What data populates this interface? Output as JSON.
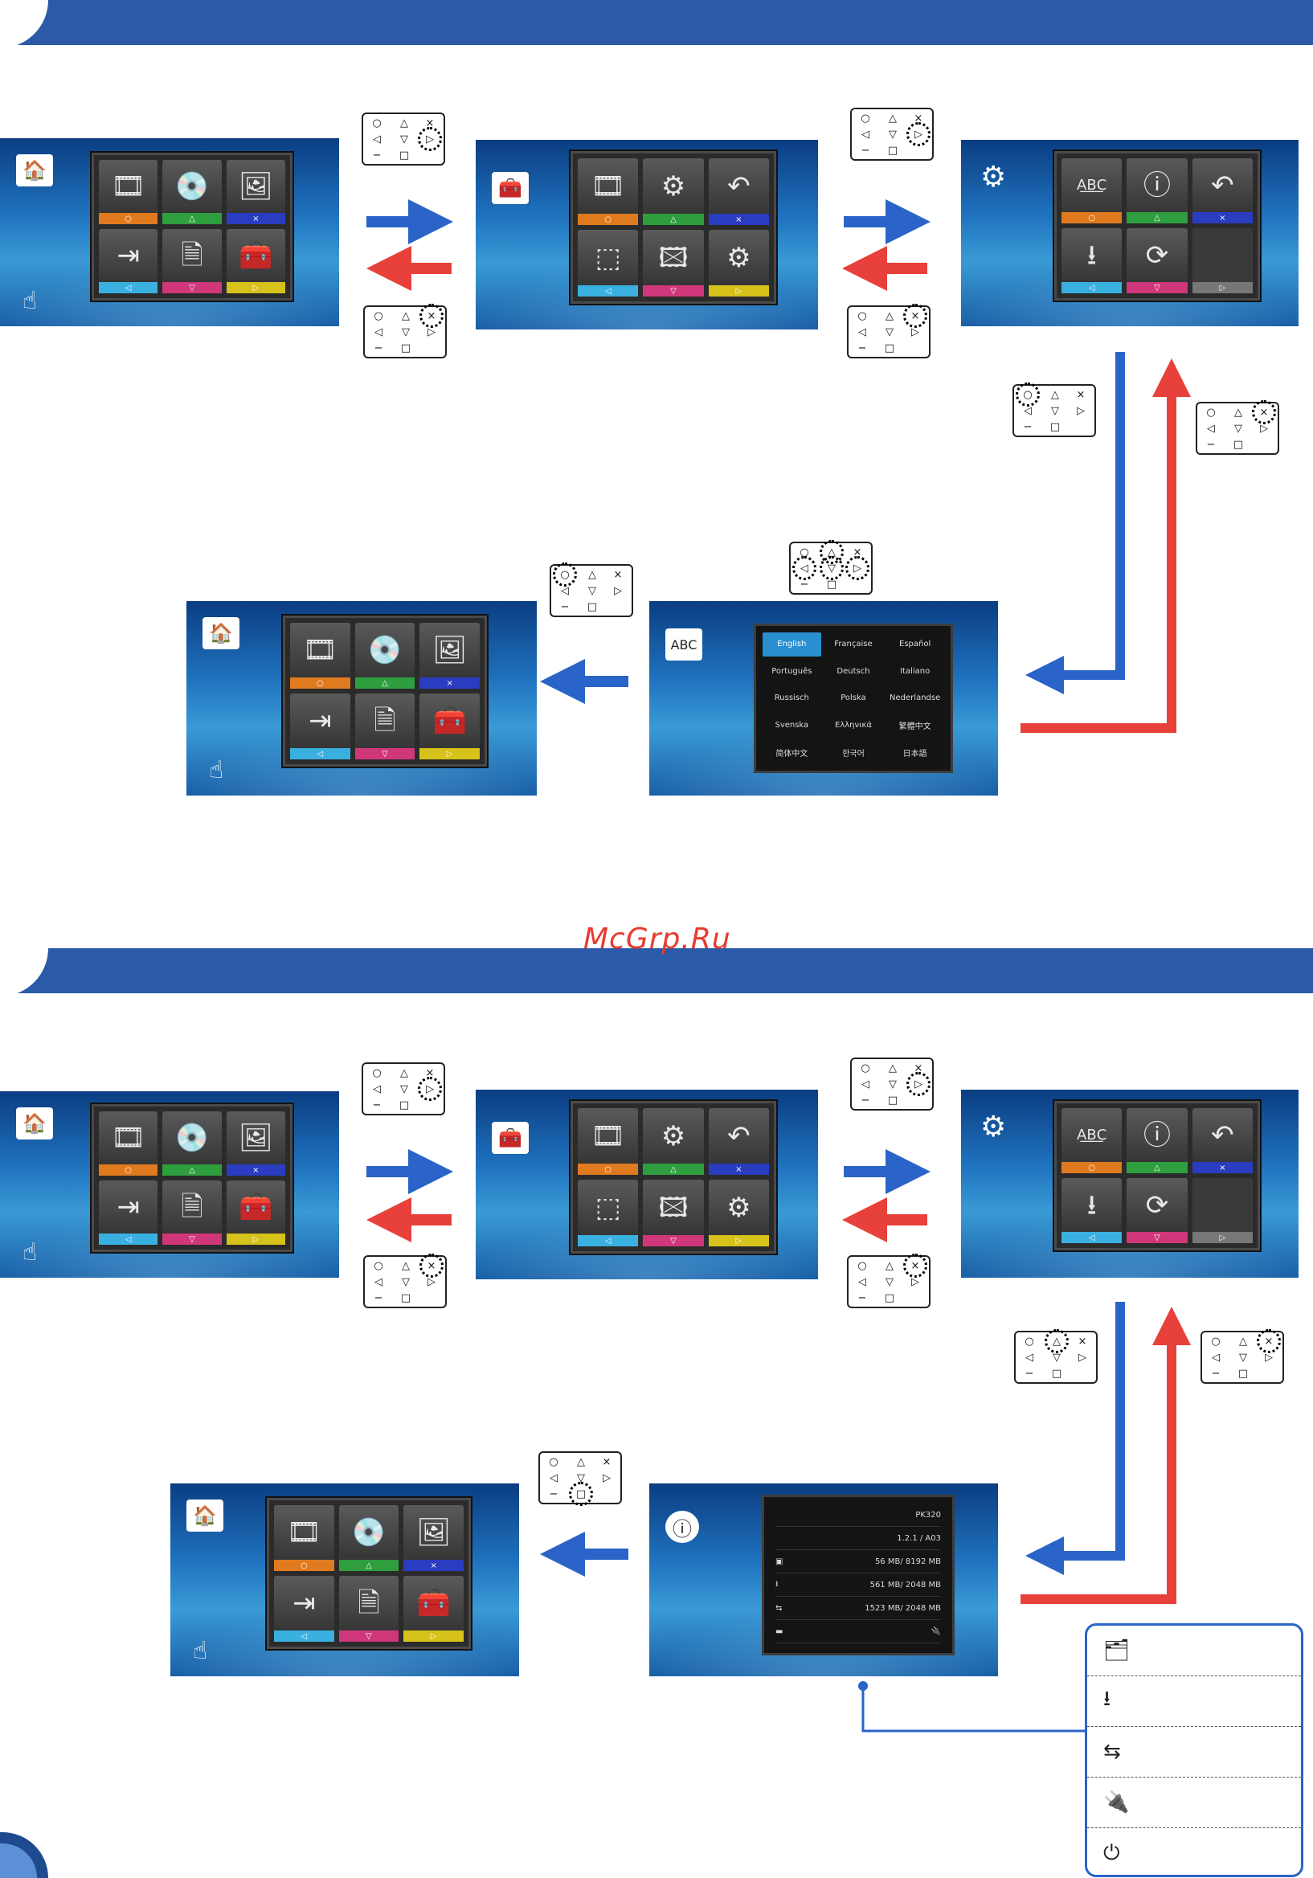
{
  "watermark": "McGrp.Ru",
  "tile_glyphs": {
    "movie": "🎞",
    "music": "💿",
    "photo": "🖼",
    "input": "⇥",
    "document": "🗎",
    "tools": "🧰",
    "video_settings": "🎞",
    "audio_settings": "⚙",
    "back": "↶",
    "picture_settings": "⬚",
    "slideshow": "🖾",
    "settings": "⚙",
    "language": "A͟B͟C",
    "info": "ⓘ",
    "update": "⭳",
    "reset": "⟳",
    "blank": ""
  },
  "strip_symbols": {
    "circle": "○",
    "triangle": "△",
    "cross": "×",
    "left": "◁",
    "down": "▽",
    "right": "▷"
  },
  "remote_labels": {
    "circle": "○",
    "triangle": "△",
    "cross": "×",
    "left": "◁",
    "down": "▽",
    "right": "▷",
    "minus": "−",
    "square": "□"
  },
  "languages": [
    "English",
    "Française",
    "Español",
    "Português",
    "Deutsch",
    "Italiano",
    "Russisch",
    "Polska",
    "Nederlandse",
    "Svenska",
    "Ελληνικά",
    "繁體中文",
    "简体中文",
    "한국어",
    "日本語"
  ],
  "info_rows": [
    {
      "left": "",
      "right": "PK320"
    },
    {
      "left": "",
      "right": "1.2.1 / A03"
    },
    {
      "left": "sd",
      "right": "56 MB/ 8192 MB"
    },
    {
      "left": "int",
      "right": "561 MB/ 2048 MB"
    },
    {
      "left": "usb",
      "right": "1523 MB/ 2048 MB"
    },
    {
      "left": "pw",
      "right": "🔌"
    }
  ],
  "legend": {
    "rows": [
      "🗂",
      "⭳",
      "⇆",
      "🔌",
      "⏻"
    ]
  },
  "colors": {
    "blue_arrow": "#2a64c8",
    "red_arrow": "#e8403a",
    "header": "#2a5aa8"
  }
}
